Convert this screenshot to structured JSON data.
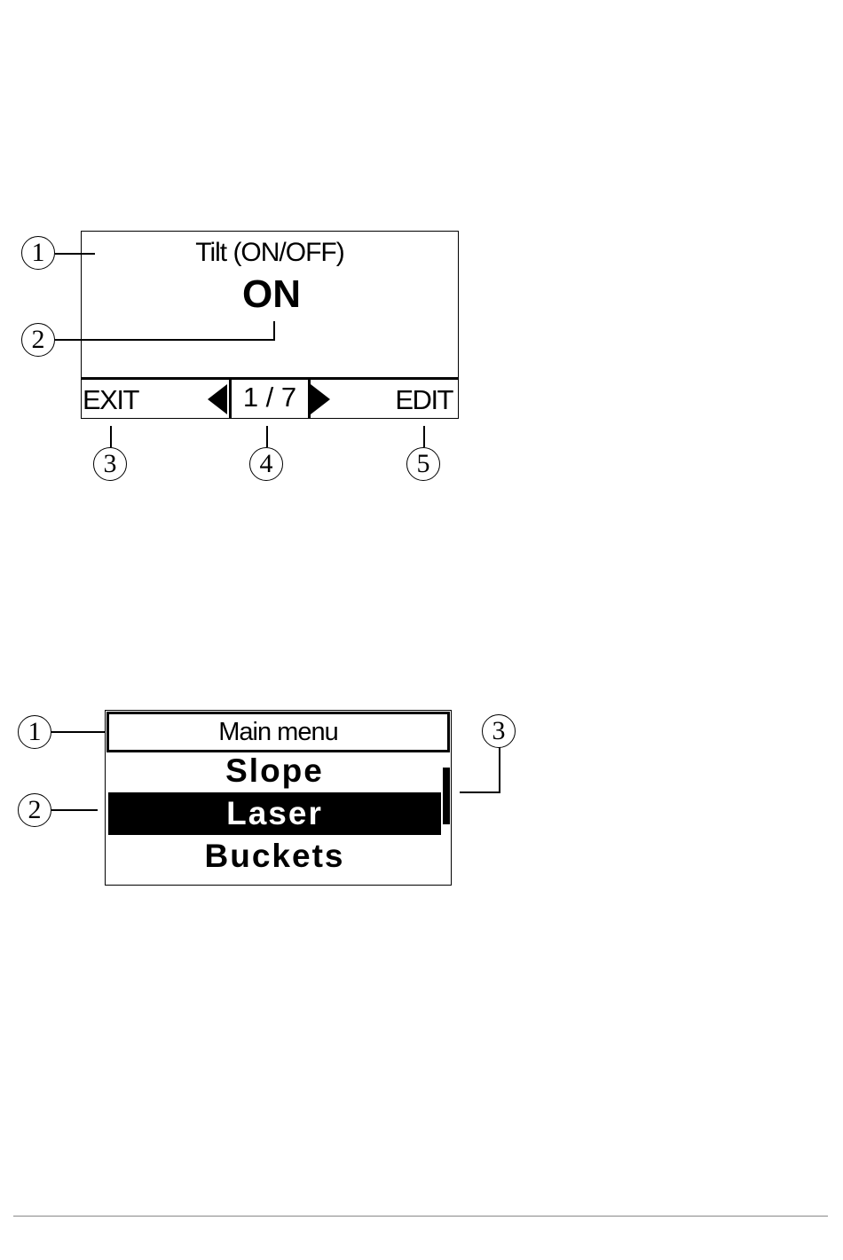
{
  "figure1": {
    "title": "Tilt (ON/OFF)",
    "value": "ON",
    "softkey_left": "EXIT",
    "page_indicator": "1 / 7",
    "softkey_right": "EDIT",
    "callouts": [
      "1",
      "2",
      "3",
      "4",
      "5"
    ]
  },
  "figure2": {
    "title": "Main menu",
    "items": [
      "Slope",
      "Laser",
      "Buckets"
    ],
    "selected_item": "Laser",
    "callouts": [
      "1",
      "2",
      "3"
    ]
  }
}
